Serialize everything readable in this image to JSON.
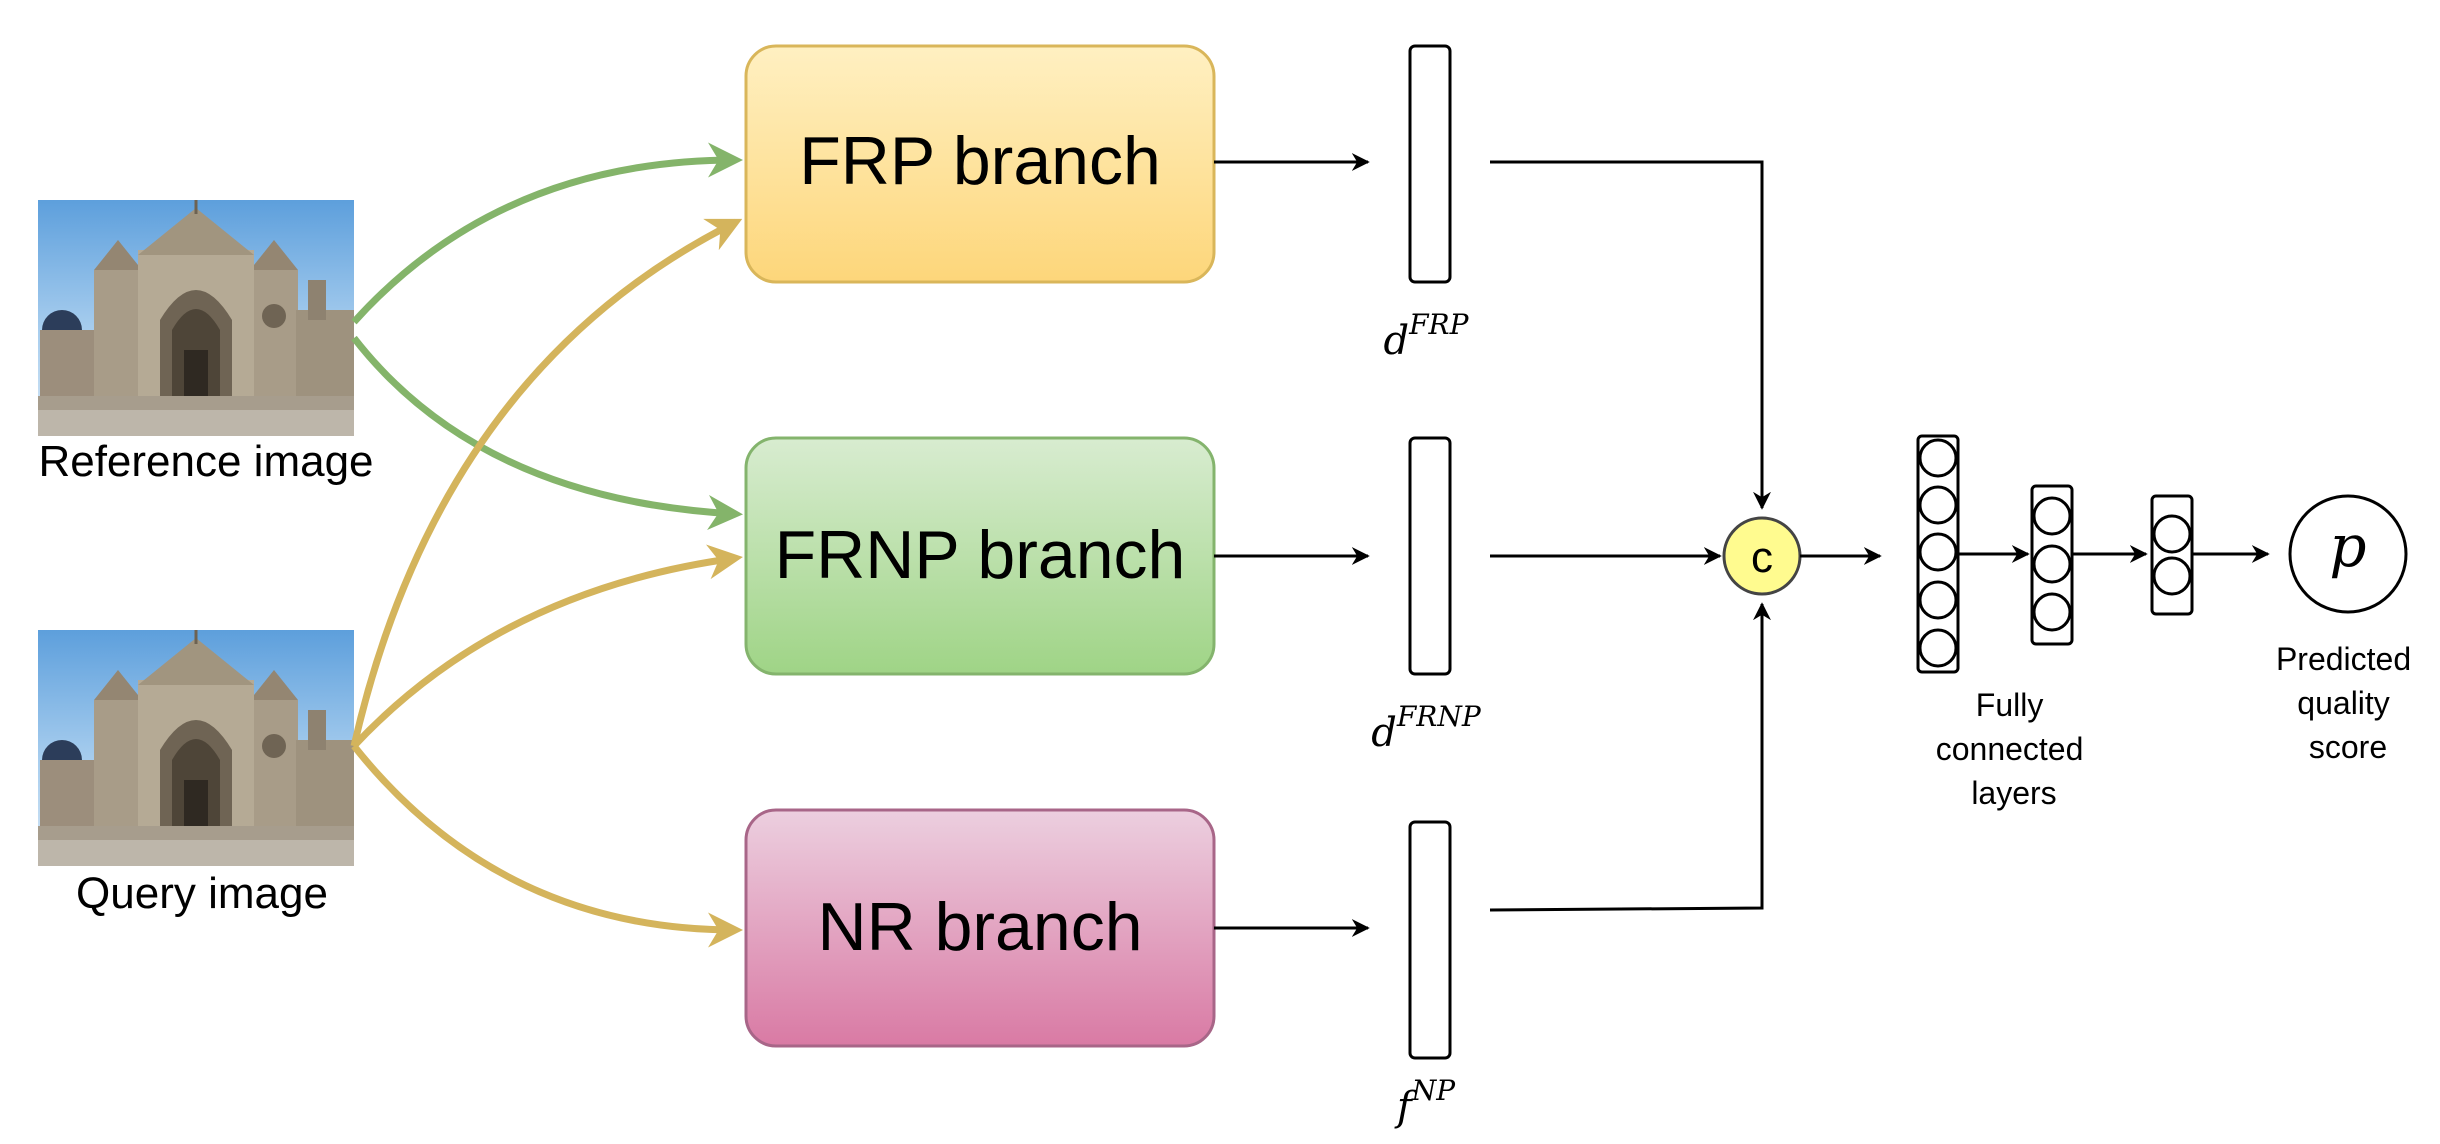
{
  "images": {
    "reference": {
      "caption": "Reference image"
    },
    "query": {
      "caption": "Query image"
    }
  },
  "branches": {
    "frp": {
      "label": "FRP branch",
      "top_color": "#fff0c2",
      "bottom_color": "#fdd67a",
      "border_color": "#d9b65a"
    },
    "frnp": {
      "label": "FRNP branch",
      "top_color": "#d8ecd0",
      "bottom_color": "#9fd486",
      "border_color": "#84b46d"
    },
    "nr": {
      "label": "NR branch",
      "top_color": "#eccfdf",
      "bottom_color": "#d97aa4",
      "border_color": "#a86688"
    }
  },
  "features": {
    "frp": {
      "base": "d",
      "sup": "FRP"
    },
    "frnp": {
      "base": "d",
      "sup": "FRNP"
    },
    "nr": {
      "base": "f",
      "sup": "NP"
    }
  },
  "concat": {
    "label": "c",
    "fill": "#fffb8f"
  },
  "fc": {
    "label_lines": [
      "Fully",
      "connected",
      "layers"
    ]
  },
  "output": {
    "symbol": "p",
    "label_lines": [
      "Predicted",
      "quality",
      "score"
    ]
  },
  "colors": {
    "reference_arrow": "#84b46a",
    "query_arrow": "#d4b45c",
    "line": "#000000"
  }
}
